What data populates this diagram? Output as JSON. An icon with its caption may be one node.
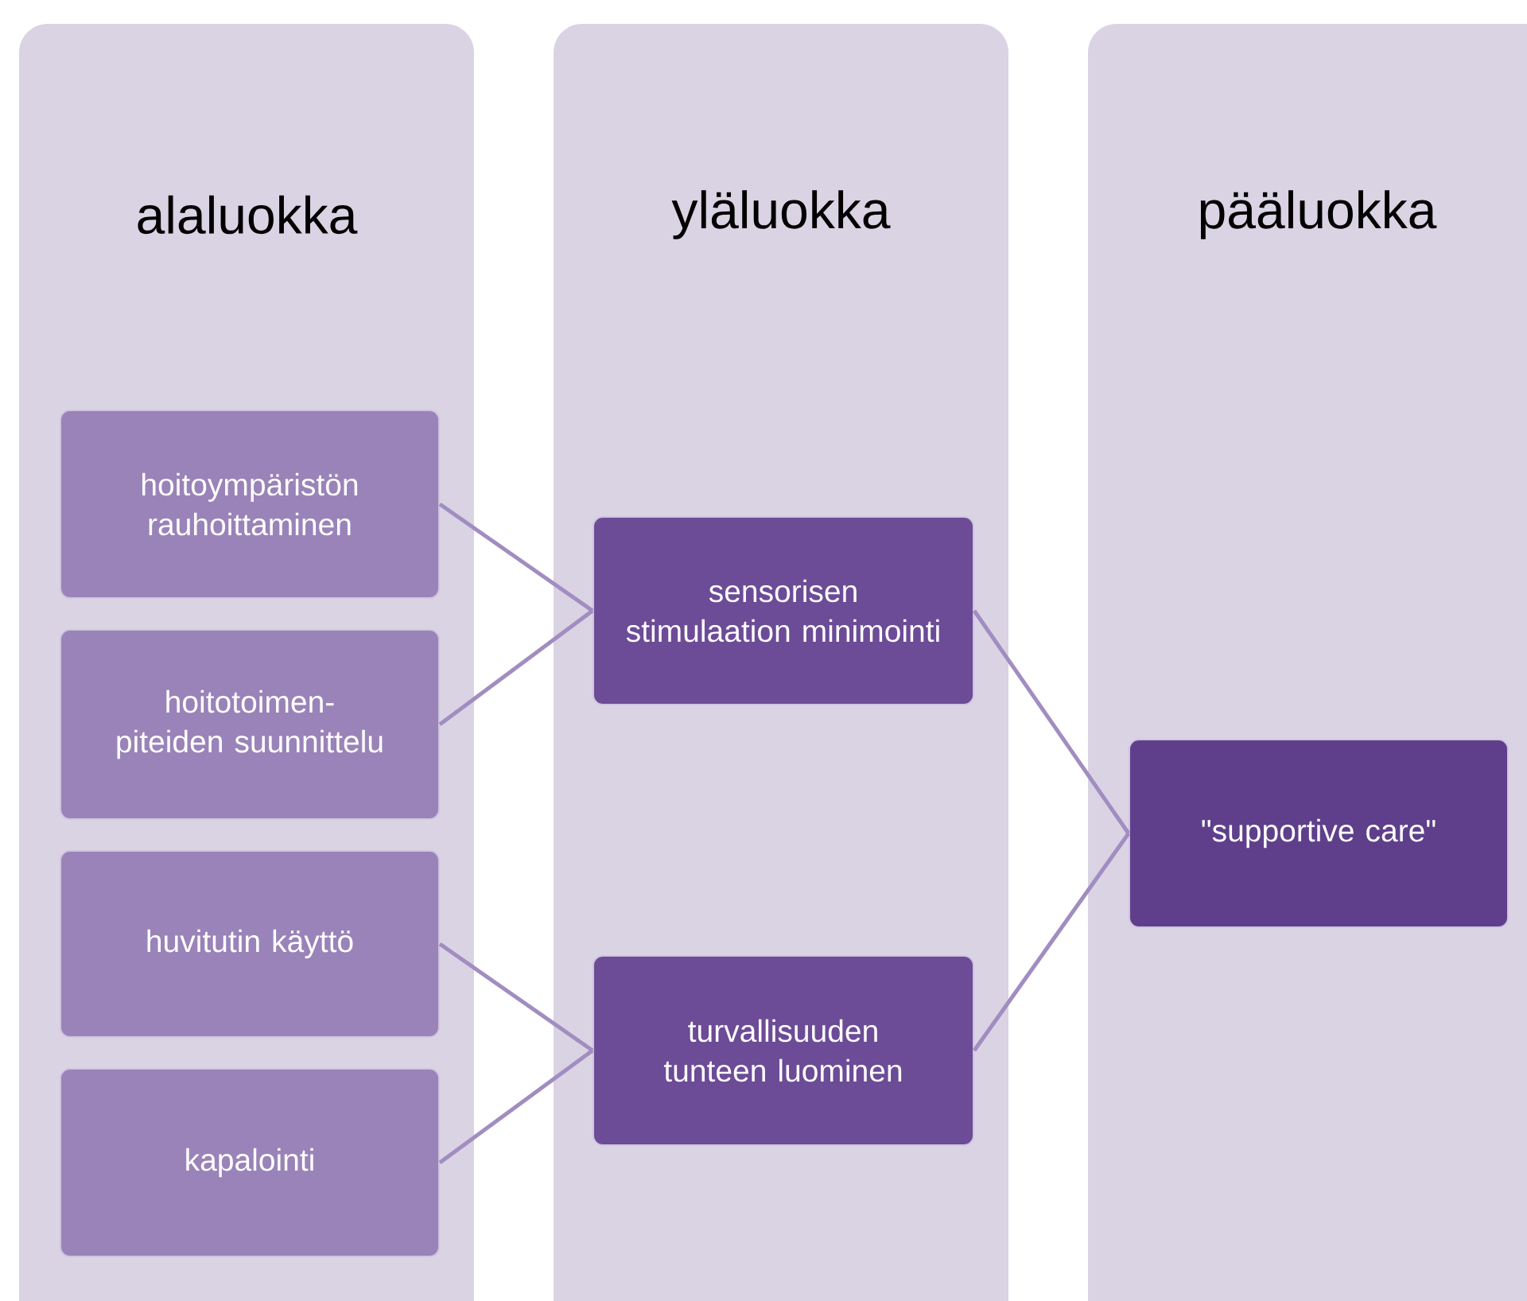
{
  "diagram": {
    "nodes": [
      {
        "text": [
          "alaluokka"
        ]
      },
      {
        "text": [
          "hoitoympäristön rauhoittaminen"
        ],
        "in": 0
      },
      {
        "text": [
          "hoitotoimen-piteiden suunnittelu"
        ],
        "in": 0
      },
      {
        "text": [
          "huvitutin käyttö"
        ],
        "in": 0
      },
      {
        "text": [
          "kapalointi"
        ],
        "in": 0
      },
      {
        "text": [
          "yläluokka"
        ]
      },
      {
        "text": [
          "sensorisen stimulaation minimointi"
        ],
        "in": 5
      },
      {
        "text": [
          "turvallisuuden tunteen luominen"
        ],
        "in": 5
      },
      {
        "text": [
          "pääluokka"
        ]
      },
      {
        "text": [
          "\"supportive care\""
        ],
        "in": 8
      }
    ],
    "edges": [
      {
        "from": 1,
        "to": 6,
        "arrow": "none"
      },
      {
        "from": 2,
        "to": 6,
        "arrow": "none"
      },
      {
        "from": 3,
        "to": 7,
        "arrow": "none"
      },
      {
        "from": 4,
        "to": 7,
        "arrow": "none"
      },
      {
        "from": 6,
        "to": 9,
        "arrow": "none"
      },
      {
        "from": 7,
        "to": 9,
        "arrow": "none"
      }
    ]
  }
}
